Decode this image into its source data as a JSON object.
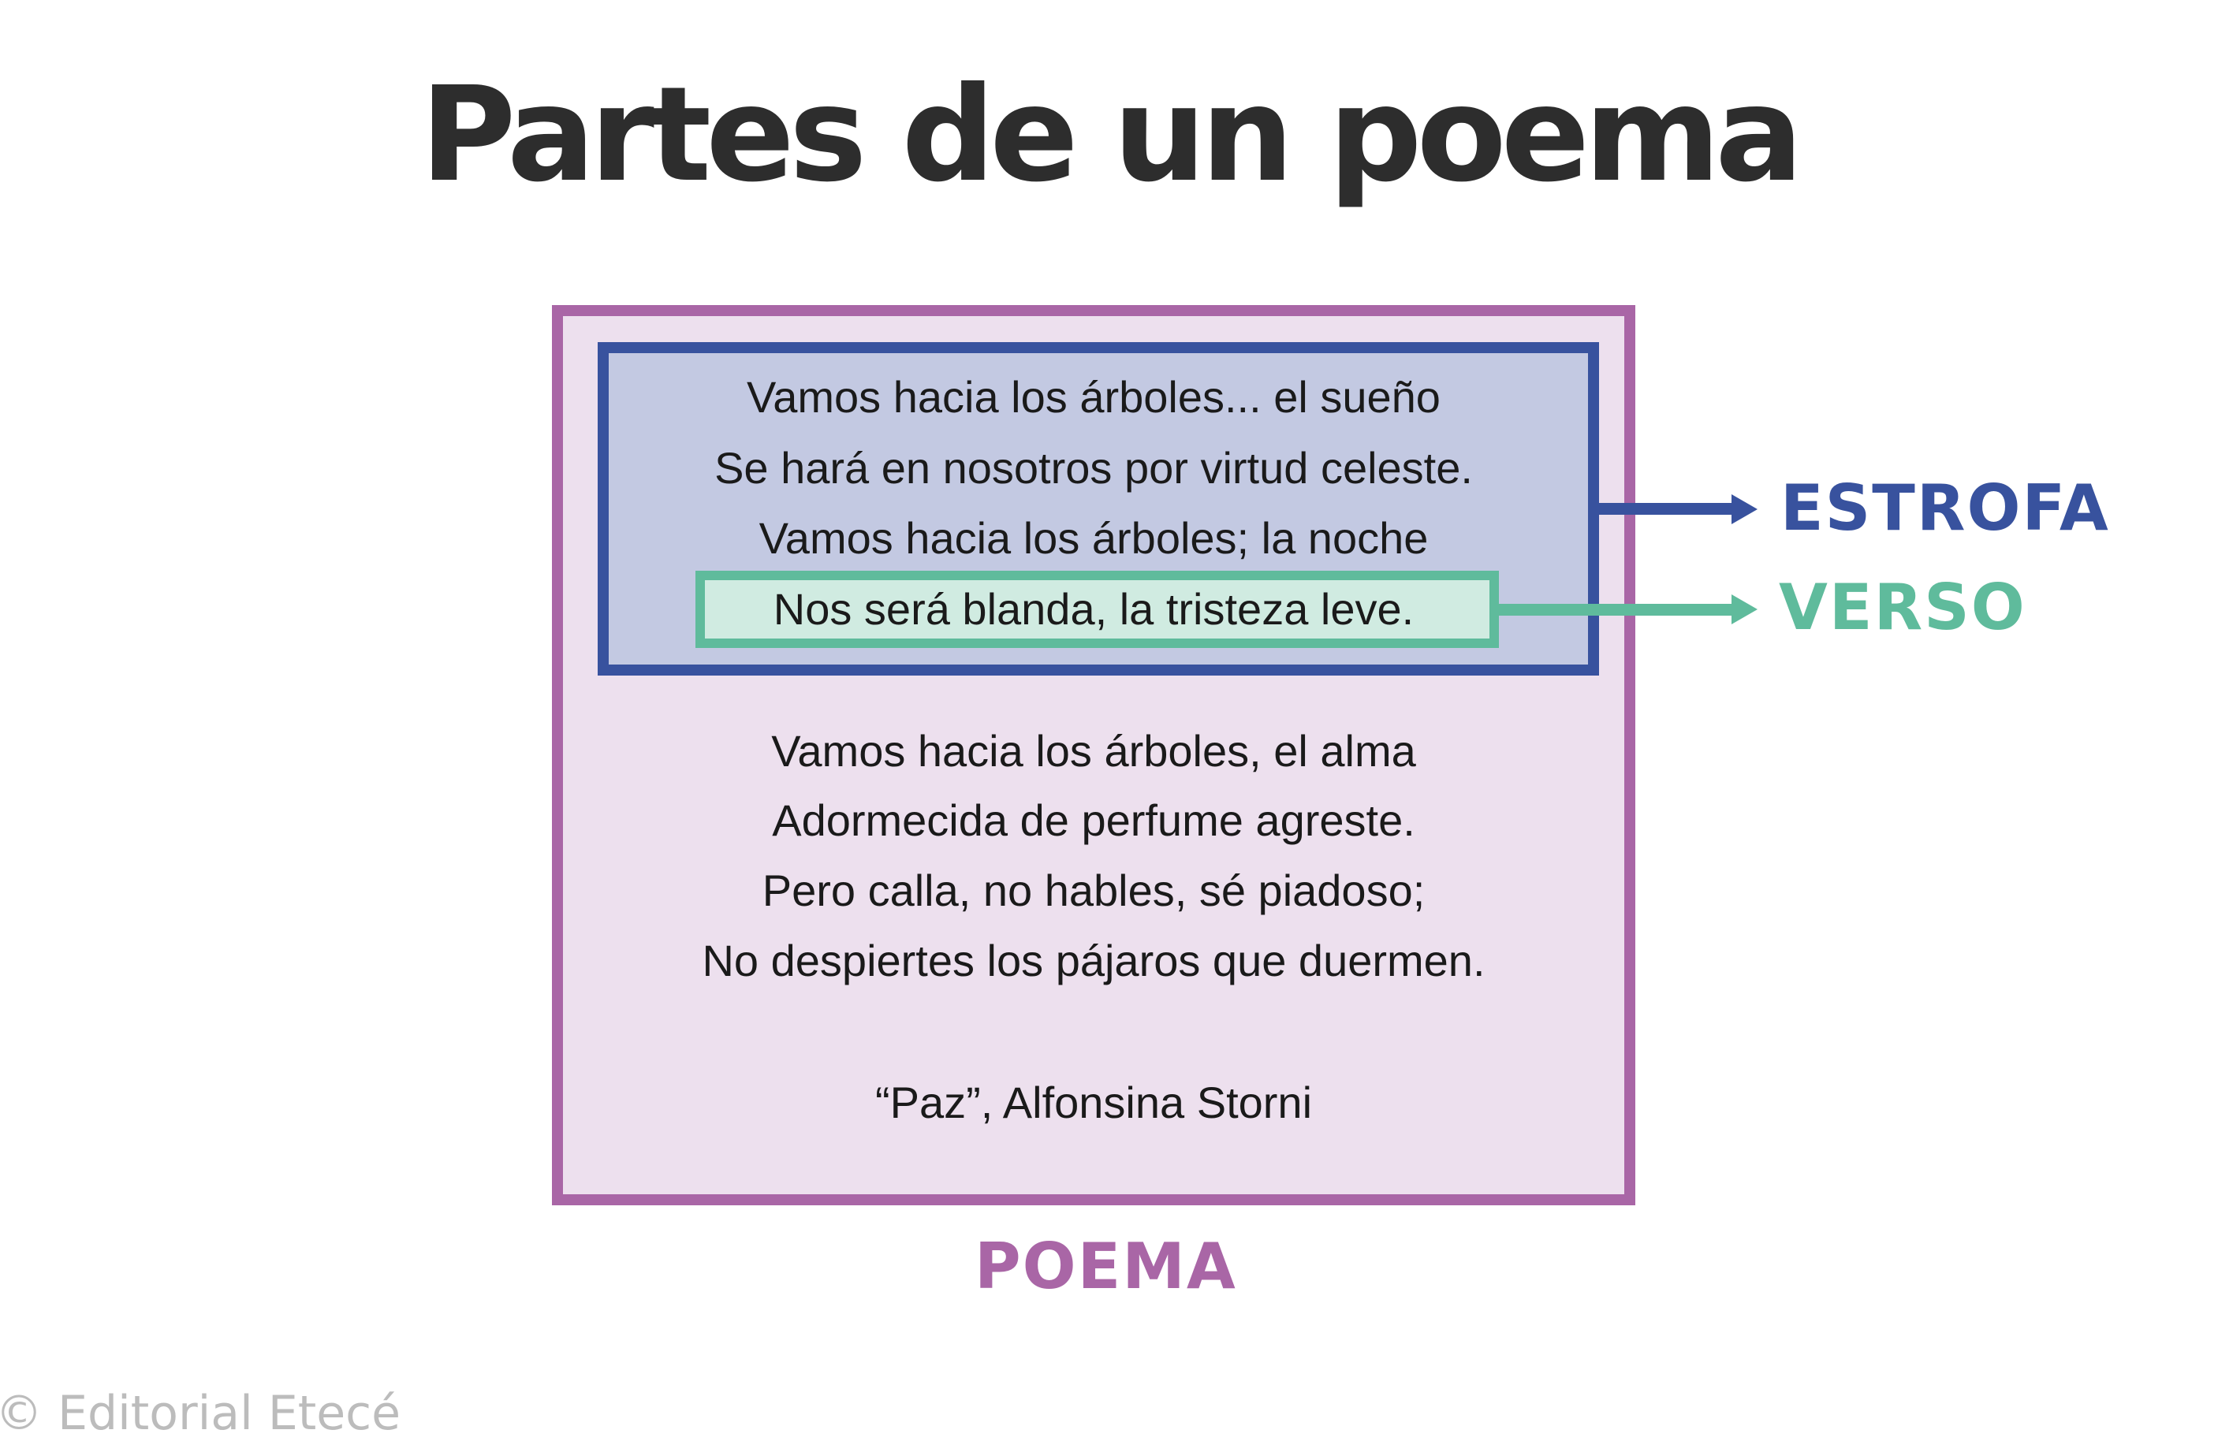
{
  "title": "Partes de un poema",
  "colors": {
    "title": "#2d2d2d",
    "poema": "#a966a6",
    "poema_fill": "#ede0ee",
    "estrofa": "#38529e",
    "estrofa_fill": "#c3c9e2",
    "verso": "#5fbb9c",
    "verso_fill": "#d0ebe1",
    "copyright": "#bcbcbc"
  },
  "poem": {
    "stanza_1": [
      "Vamos hacia los árboles... el sueño",
      "Se hará en nosotros por virtud celeste.",
      "Vamos hacia los árboles; la noche",
      "Nos será blanda, la tristeza leve."
    ],
    "stanza_2": [
      "Vamos hacia los árboles, el alma",
      "Adormecida de perfume agreste.",
      "Pero calla, no hables, sé piadoso;",
      "No despiertes los pájaros que duermen."
    ],
    "attribution": "“Paz”, Alfonsina Storni"
  },
  "labels": {
    "estrofa": "ESTROFA",
    "verso": "VERSO",
    "poema": "POEMA"
  },
  "copyright": "© Editorial Etecé"
}
